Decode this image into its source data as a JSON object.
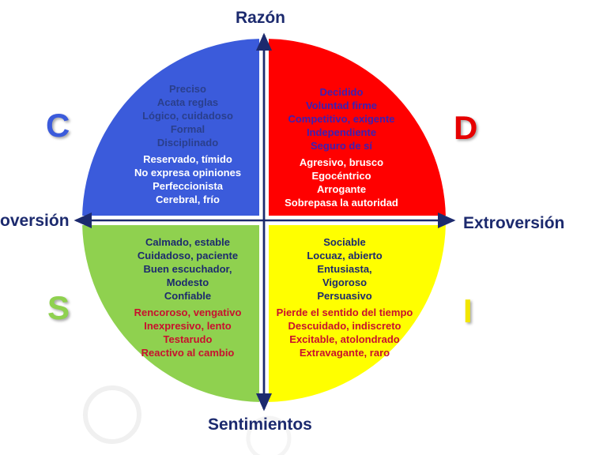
{
  "axes": {
    "top": "Razón",
    "bottom": "Sentimientos",
    "left": "oversión",
    "right": "Extroversión"
  },
  "letters": {
    "c": "C",
    "d": "D",
    "s": "S",
    "i": "I"
  },
  "colors": {
    "c": "#3b5bdb",
    "d": "#ff0000",
    "s": "#8fd14f",
    "i": "#ffff00",
    "axis": "#1c2a6e",
    "letter_c": "#3b5bdb",
    "letter_d": "#e60000",
    "letter_s": "#8fd14f",
    "letter_i": "#f2e600"
  },
  "quadrants": {
    "c": {
      "positive": [
        "Preciso",
        "Acata reglas",
        "Lógico, cuidadoso",
        "Formal",
        "Disciplinado"
      ],
      "negative": [
        "Reservado, tímido",
        "No expresa opiniones",
        "Perfeccionista",
        "Cerebral, frío"
      ]
    },
    "d": {
      "positive": [
        "Decidido",
        "Voluntad firme",
        "Competitivo, exigente",
        "Independiente",
        "Seguro de sí"
      ],
      "negative": [
        "Agresivo, brusco",
        "Egocéntrico",
        "Arrogante",
        "Sobrepasa la autoridad"
      ]
    },
    "s": {
      "positive": [
        "Calmado, estable",
        "Cuidadoso, paciente",
        "Buen escuchador,",
        "Modesto",
        "Confiable"
      ],
      "negative": [
        "Rencoroso, vengativo",
        "Inexpresivo, lento",
        "Testarudo",
        "Reactivo al cambio"
      ]
    },
    "i": {
      "positive": [
        "Sociable",
        "Locuaz, abierto",
        "Entusiasta,",
        "Vigoroso",
        "Persuasivo"
      ],
      "negative": [
        "Pierde el sentido del tiempo",
        "Descuidado, indiscreto",
        "Excitable, atolondrado",
        "Extravagante, raro"
      ]
    }
  }
}
